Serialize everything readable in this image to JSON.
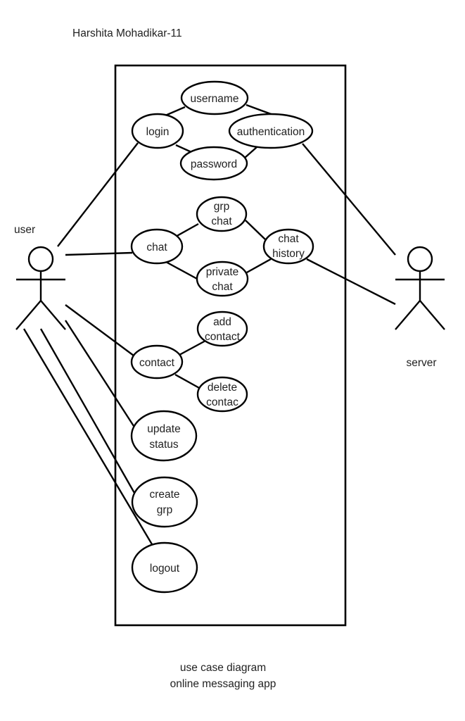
{
  "author_label": "Harshita Mohadikar-11",
  "caption": {
    "line1": "use case diagram",
    "line2": "online messaging app"
  },
  "actors": {
    "user": {
      "label": "user"
    },
    "server": {
      "label": "server"
    }
  },
  "use_cases": {
    "username": {
      "lines": [
        "username"
      ]
    },
    "login": {
      "lines": [
        "login"
      ]
    },
    "authentication": {
      "lines": [
        "authentication"
      ]
    },
    "password": {
      "lines": [
        "password"
      ]
    },
    "grp_chat": {
      "lines": [
        "grp",
        "chat"
      ]
    },
    "chat": {
      "lines": [
        "chat"
      ]
    },
    "chat_history": {
      "lines": [
        "chat",
        "history"
      ]
    },
    "private_chat": {
      "lines": [
        "private",
        "chat"
      ]
    },
    "add_contact": {
      "lines": [
        "add",
        "contact"
      ]
    },
    "contact": {
      "lines": [
        "contact"
      ]
    },
    "delete_contact": {
      "lines": [
        "delete",
        "contac"
      ]
    },
    "update_status": {
      "lines": [
        "update",
        "status"
      ]
    },
    "create_grp": {
      "lines": [
        "create",
        "grp"
      ]
    },
    "logout": {
      "lines": [
        "logout"
      ]
    }
  },
  "associations": [
    [
      "user",
      "login"
    ],
    [
      "user",
      "chat"
    ],
    [
      "user",
      "contact"
    ],
    [
      "user",
      "update_status"
    ],
    [
      "user",
      "create_grp"
    ],
    [
      "user",
      "logout"
    ],
    [
      "login",
      "username"
    ],
    [
      "login",
      "password"
    ],
    [
      "username",
      "authentication"
    ],
    [
      "password",
      "authentication"
    ],
    [
      "authentication",
      "server"
    ],
    [
      "chat",
      "grp_chat"
    ],
    [
      "chat",
      "private_chat"
    ],
    [
      "grp_chat",
      "chat_history"
    ],
    [
      "private_chat",
      "chat_history"
    ],
    [
      "chat_history",
      "server"
    ],
    [
      "contact",
      "add_contact"
    ],
    [
      "contact",
      "delete_contact"
    ]
  ]
}
